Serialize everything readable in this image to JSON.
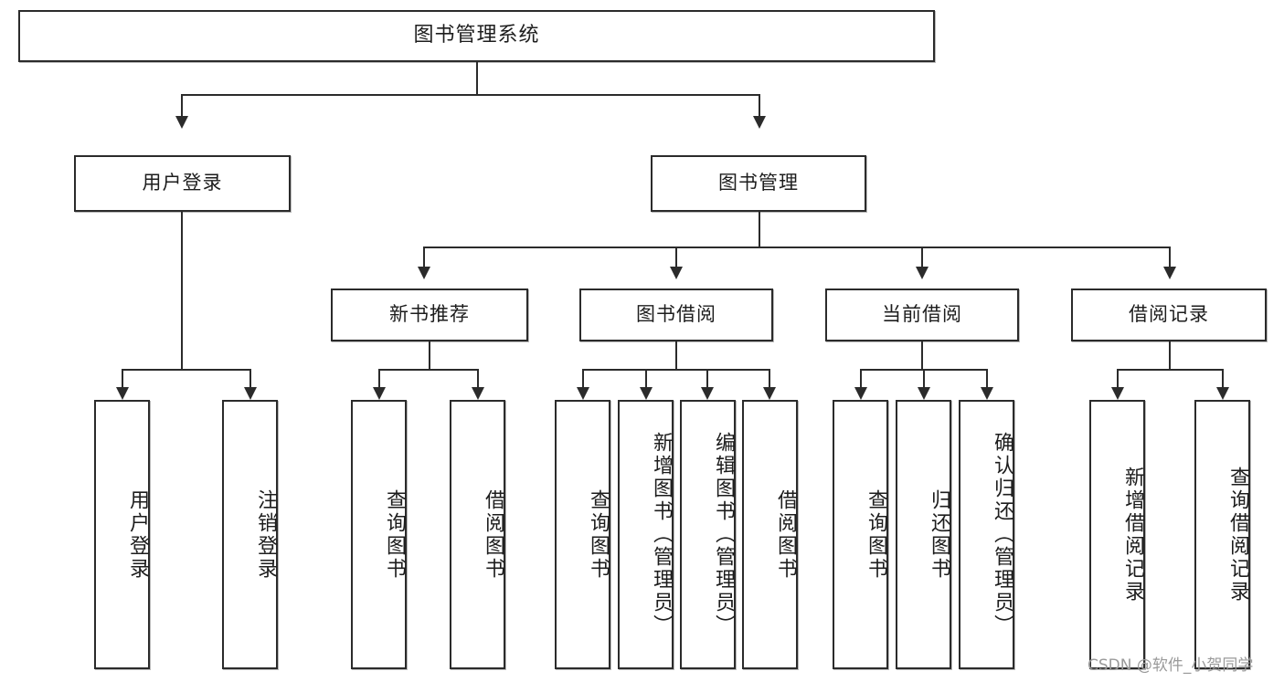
{
  "diagram": {
    "title": "图书管理系统",
    "type": "tree",
    "watermark": "CSDN @软件_小贺同学",
    "colors": {
      "box_border": "#2b2b2b",
      "box_fill": "#ffffff",
      "line": "#2b2b2b",
      "text": "#1d1d1d",
      "watermark": "#9a9a9a"
    },
    "root": {
      "label": "图书管理系统"
    },
    "level1": [
      {
        "label": "用户登录"
      },
      {
        "label": "图书管理"
      }
    ],
    "level2": [
      {
        "label": "新书推荐"
      },
      {
        "label": "图书借阅"
      },
      {
        "label": "当前借阅"
      },
      {
        "label": "借阅记录"
      }
    ],
    "leaves": {
      "user_login": [
        {
          "label": "用户登录"
        },
        {
          "label": "注销登录"
        }
      ],
      "new_books": [
        {
          "label": "查询图书"
        },
        {
          "label": "借阅图书"
        }
      ],
      "book_borrow": [
        {
          "label": "查询图书"
        },
        {
          "label": "新增图书（管理员）"
        },
        {
          "label": "编辑图书（管理员）"
        },
        {
          "label": "借阅图书"
        }
      ],
      "current_borrow": [
        {
          "label": "查询图书"
        },
        {
          "label": "归还图书"
        },
        {
          "label": "确认归还（管理员）"
        }
      ],
      "borrow_records": [
        {
          "label": "新增借阅记录"
        },
        {
          "label": "查询借阅记录"
        }
      ]
    }
  }
}
